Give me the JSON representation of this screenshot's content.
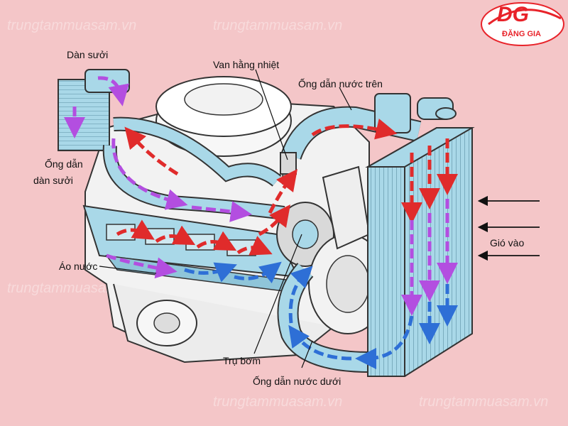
{
  "labels": {
    "heater_core": "Dàn sưởi",
    "thermostat": "Van hằng nhiệt",
    "upper_hose": "Ống dẫn nước trên",
    "heater_hose_line1": "Ống dẫn",
    "heater_hose_line2": "dàn sưởi",
    "water_jacket": "Áo nước",
    "air_in": "Gió vào",
    "pump_shaft": "Trụ bơm",
    "lower_hose": "Ống dẫn nước dưới"
  },
  "logo": {
    "mark": "DG",
    "text": "ĐẶNG GIA"
  },
  "watermark": "trungtammuasam.vn",
  "colors": {
    "background": "#f4c6c8",
    "coolant_hot": "#e02b2b",
    "coolant_mid": "#b34ee0",
    "coolant_cold": "#2e6fd6",
    "hose": "#a9d8e8",
    "engine": "#f2f2f2",
    "outline": "#333333",
    "logo": "#e8232a"
  }
}
